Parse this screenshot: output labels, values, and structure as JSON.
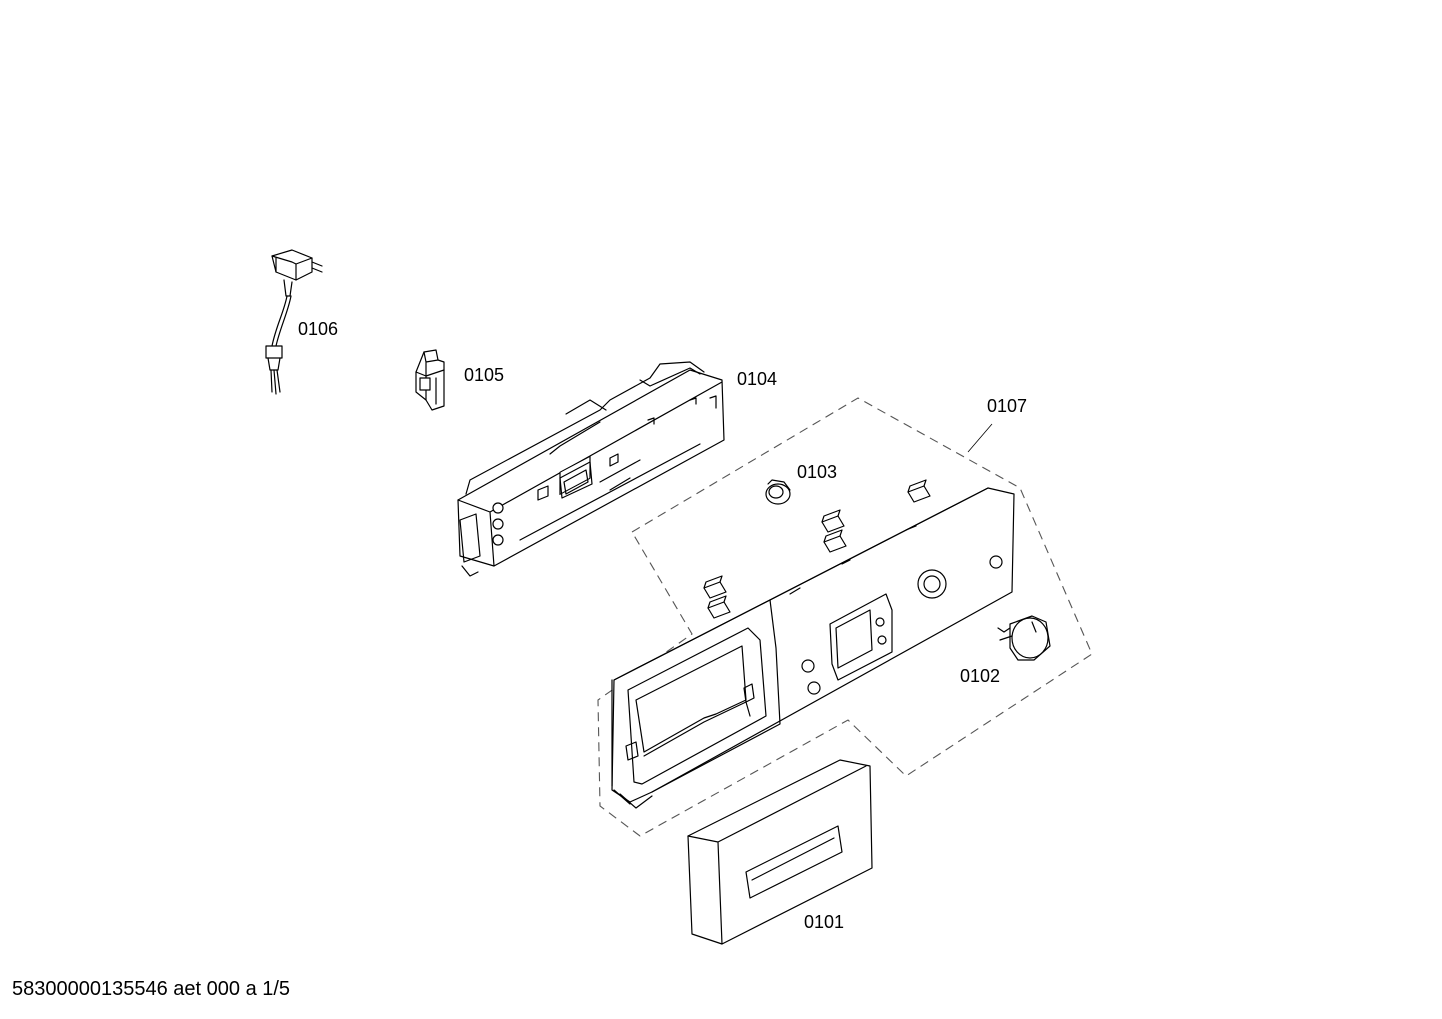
{
  "diagram": {
    "parts": [
      {
        "id": "p0101",
        "label": "0101"
      },
      {
        "id": "p0102",
        "label": "0102"
      },
      {
        "id": "p0103",
        "label": "0103"
      },
      {
        "id": "p0104",
        "label": "0104"
      },
      {
        "id": "p0105",
        "label": "0105"
      },
      {
        "id": "p0106",
        "label": "0106"
      },
      {
        "id": "p0107",
        "label": "0107"
      }
    ],
    "footer": "58300000135546 aet 000 a 1/5"
  }
}
